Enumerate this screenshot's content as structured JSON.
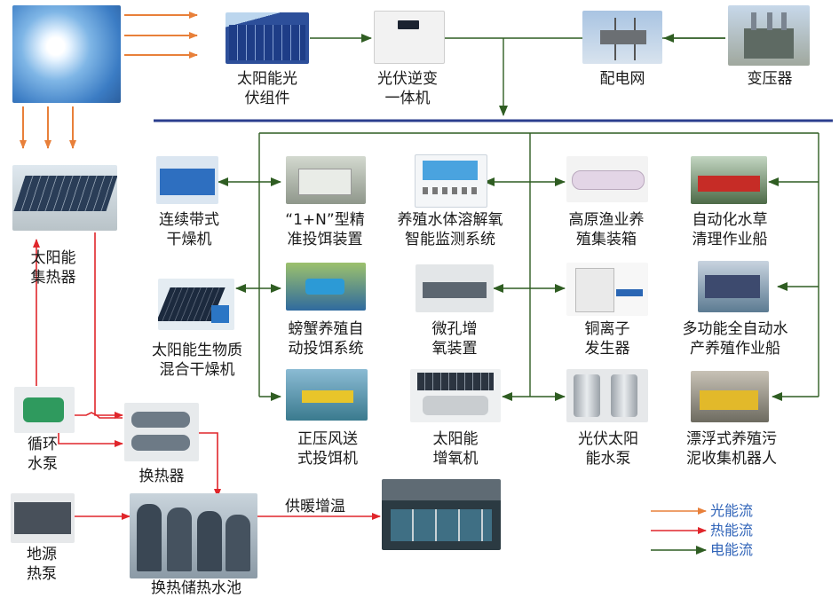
{
  "colors": {
    "light_flow": "#e8803a",
    "heat_flow": "#e0262b",
    "power_flow": "#2f5d22",
    "bus_line": "#2b3e8e",
    "legend_text": "#2f63b8"
  },
  "nodes": {
    "sun": {},
    "pv_module": {
      "line1": "太阳能光",
      "line2": "伏组件"
    },
    "pv_inverter": {
      "line1": "光伏逆变",
      "line2": "一体机"
    },
    "grid": {
      "line1": "配电网"
    },
    "transformer": {
      "line1": "变压器"
    },
    "solar_collector": {
      "line1": "太阳能",
      "line2": "集热器"
    },
    "conveyor_dryer": {
      "line1": "连续带式",
      "line2": "干燥机"
    },
    "precision_feeder": {
      "line1": "“1+N”型精",
      "line2": "准投饵装置"
    },
    "oxygen_monitor": {
      "line1": "养殖水体溶解氧",
      "line2": "智能监测系统"
    },
    "plateau_box": {
      "line1": "高原渔业养",
      "line2": "殖集装箱"
    },
    "weed_boat": {
      "line1": "自动化水草",
      "line2": "清理作业船"
    },
    "biomass_dryer": {
      "line1": "太阳能生物质",
      "line2": "混合干燥机"
    },
    "crab_feeder": {
      "line1": "螃蟹养殖自",
      "line2": "动投饵系统"
    },
    "microporous_aerator": {
      "line1": "微孔增",
      "line2": "氧装置"
    },
    "copper_ion": {
      "line1": "铜离子",
      "line2": "发生器"
    },
    "multi_boat": {
      "line1": "多功能全自动水",
      "line2": "产养殖作业船"
    },
    "pressure_feeder": {
      "line1": "正压风送",
      "line2": "式投饵机"
    },
    "solar_aerator": {
      "line1": "太阳能",
      "line2": "增氧机"
    },
    "pv_pump": {
      "line1": "光伏太阳",
      "line2": "能水泵"
    },
    "sludge_robot": {
      "line1": "漂浮式养殖污",
      "line2": "泥收集机器人"
    },
    "circ_pump": {
      "line1": "循环",
      "line2": "水泵"
    },
    "heat_exchanger": {
      "line1": "换热器"
    },
    "ground_pump": {
      "line1": "地源",
      "line2": "热泵"
    },
    "storage_pool": {
      "line1": "换热储热水池"
    },
    "culture_pond": {}
  },
  "edge_label": {
    "heating": "供暖增温"
  },
  "legend": {
    "light": "光能流",
    "heat": "热能流",
    "power": "电能流"
  }
}
